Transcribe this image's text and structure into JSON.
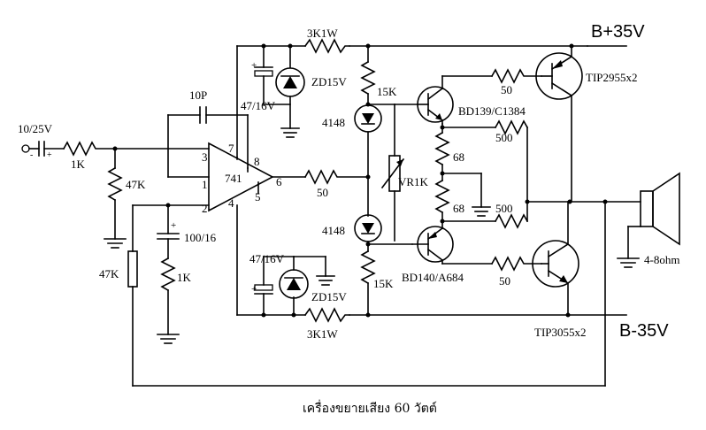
{
  "rails": {
    "positive": "B+35V",
    "negative": "B-35V"
  },
  "components": {
    "input_cap": "10/25V",
    "r_in": "1K",
    "r_bias": "47K",
    "r_feedback": "47K",
    "c_comp": "10P",
    "c_fb": "100/16",
    "r_fb_gnd": "1K",
    "opamp": "741",
    "pin2": "2",
    "pin3": "3",
    "pin1": "1",
    "pin4": "4",
    "pin5": "5",
    "pin6": "6",
    "pin7": "7",
    "pin8": "8",
    "r_top": "3K1W",
    "r_bot": "3K1W",
    "zd_top": "ZD15V",
    "zd_bot": "ZD15V",
    "c_zd_top": "47/16V",
    "c_zd_bot": "47/16V",
    "r_bias_top": "15K",
    "r_bias_bot": "15K",
    "d_top": "4148",
    "d_bot": "4148",
    "vr": "VR1K",
    "r_out": "50",
    "q_driver_top": "BD139/C1384",
    "q_driver_bot": "BD140/A684",
    "r_68_top": "68",
    "r_68_bot": "68",
    "r_500_top": "500",
    "r_500_bot": "500",
    "r_base_top": "50",
    "r_base_bot": "50",
    "q_out_top": "TIP2955x2",
    "q_out_bot": "TIP3055x2",
    "speaker": "4-8ohm"
  },
  "caption": "เครื่องขยายเสียง 60 วัตต์"
}
